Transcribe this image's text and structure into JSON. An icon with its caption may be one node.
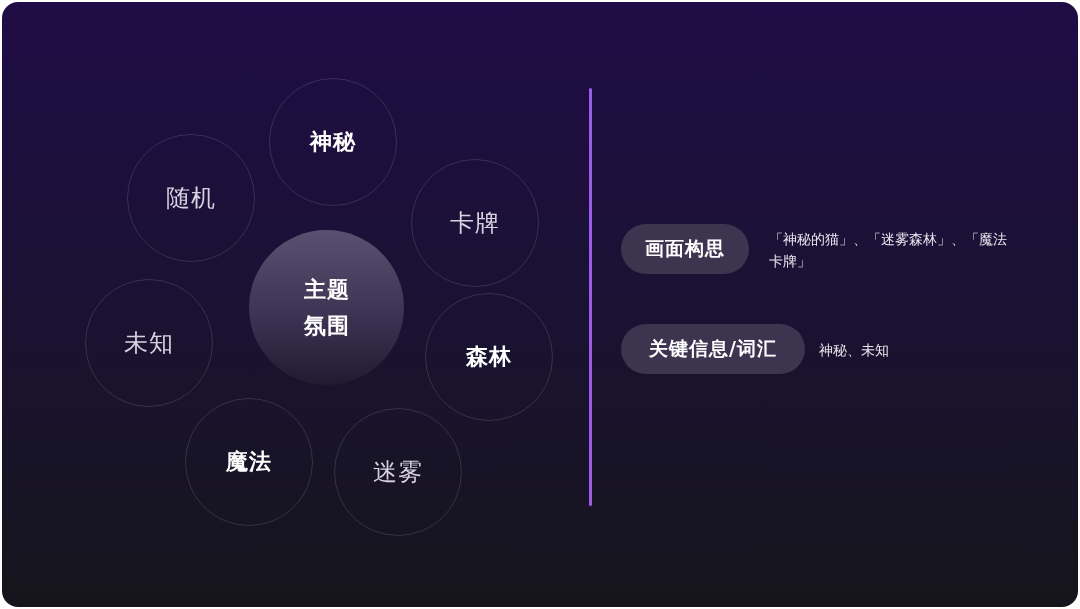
{
  "diagram": {
    "nodes": [
      {
        "text": [
          "神秘"
        ]
      },
      {
        "text": [
          "随机"
        ]
      },
      {
        "text": [
          "卡牌"
        ]
      },
      {
        "text": [
          "主题氛围"
        ]
      },
      {
        "text": [
          "未知"
        ]
      },
      {
        "text": [
          "森林"
        ]
      },
      {
        "text": [
          "魔法"
        ]
      },
      {
        "text": [
          "迷雾"
        ]
      },
      {
        "text": [
          "画面构思"
        ],
        "beside": [
          "「神秘的猫」、「迷雾森林」、「魔法卡牌」"
        ]
      },
      {
        "text": [
          "关键信息/词汇"
        ],
        "beside": [
          "神秘、未知"
        ]
      }
    ]
  }
}
